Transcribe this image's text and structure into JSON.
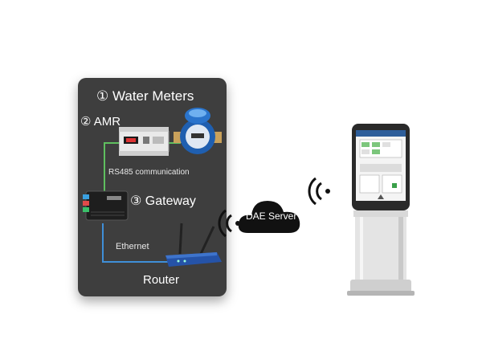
{
  "nodes": {
    "water_meters": "① Water Meters",
    "amr": "② AMR",
    "gateway": "③ Gateway",
    "router": "Router",
    "server": "DAE Server"
  },
  "links": {
    "rs485": "RS485 communication",
    "ethernet": "Ethernet"
  },
  "colors": {
    "panel": "#3e3e3e",
    "link_green": "#5fbf5f",
    "link_blue": "#3f8fd8",
    "cloud": "#111111"
  }
}
